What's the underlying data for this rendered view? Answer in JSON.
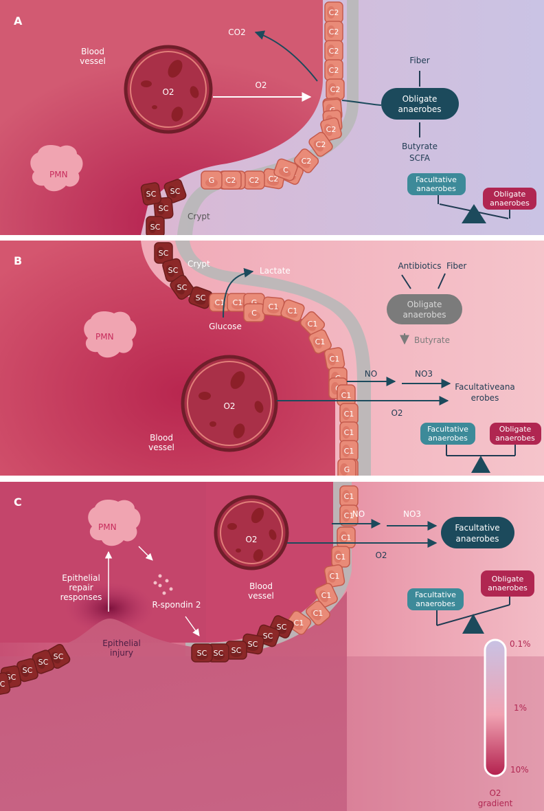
{
  "panels": {
    "a": {
      "letter": "A",
      "blood_vessel": "Blood vessel",
      "o2_vessel": "O2",
      "o2_arrow": "O2",
      "co2": "CO2",
      "pmn": "PMN",
      "crypt": "Crypt",
      "fiber": "Fiber",
      "central_pill": "Obligate anaerobes",
      "butyrate": "Butyrate",
      "scfa": "SCFA",
      "balance_left": "Facultative anaerobes",
      "balance_right": "Obligate anaerobes",
      "cell_labels": [
        "C2",
        "C2",
        "C2",
        "C2",
        "C2",
        "C2",
        "G",
        "C",
        "C2",
        "C2",
        "C2",
        "C2",
        "C2",
        "C2",
        "G",
        "C",
        "C2",
        "G",
        "C",
        "SC",
        "SC",
        "SC",
        "SC"
      ]
    },
    "b": {
      "letter": "B",
      "crypt": "Crypt",
      "lactate": "Lactate",
      "glucose": "Glucose",
      "antibiotics": "Antibiotics",
      "fiber": "Fiber",
      "central_pill": "Obligate anaerobes",
      "butyrate": "Butyrate",
      "pmn": "PMN",
      "no": "NO",
      "no3": "NO3",
      "target_line1": "Facultativeana",
      "target_line2": "erobes",
      "o2_vessel": "O2",
      "o2_arrow": "O2",
      "blood_vessel": "Blood vessel",
      "balance_left": "Facultative anaerobes",
      "balance_right": "Obligate anaerobes",
      "cell_labels": [
        "SC",
        "SC",
        "SC",
        "SC",
        "C1",
        "C1",
        "G",
        "C",
        "C1",
        "C1",
        "C1",
        "C1",
        "C1",
        "G",
        "C",
        "C1",
        "C1",
        "C1",
        "C1",
        "C1",
        "G"
      ]
    },
    "c": {
      "letter": "C",
      "pmn": "PMN",
      "epithelial_repair": "Epithelial repair responses",
      "rspondin": "R-spondin 2",
      "epithelial_injury": "Epithelial injury",
      "blood_vessel": "Blood vessel",
      "o2_vessel": "O2",
      "no": "NO",
      "no3": "NO3",
      "o2_arrow": "O2",
      "target_pill": "Facultative anaerobes",
      "balance_left": "Facultative anaerobes",
      "balance_right": "Obligate anaerobes",
      "cell_labels": [
        "C1",
        "C1",
        "C1",
        "C1",
        "C1",
        "C1",
        "C1",
        "C1",
        "SC",
        "SC",
        "SC",
        "SC",
        "SC",
        "SC",
        "SC",
        "SC",
        "SC",
        "SC",
        "SC"
      ]
    }
  },
  "gradient_scale": {
    "top": "0.1%",
    "mid": "1%",
    "bottom": "10%",
    "label": "O2 gradient"
  },
  "colors": {
    "tissue_dark": "#b52b5b",
    "tissue_light": "#d95a78",
    "lumen_lavender": "#cbc3e3",
    "lumen_pink": "#f1b0bd",
    "mucus": "#b8b8b8",
    "cell_light": "#e98b78",
    "cell_dark": "#8c2828",
    "pill_navy": "#1c4a5c",
    "pill_teal": "#3d8a99",
    "pill_crimson": "#b02651",
    "pill_gray": "#7b7b7b",
    "pmn": "#f0a4b1"
  }
}
